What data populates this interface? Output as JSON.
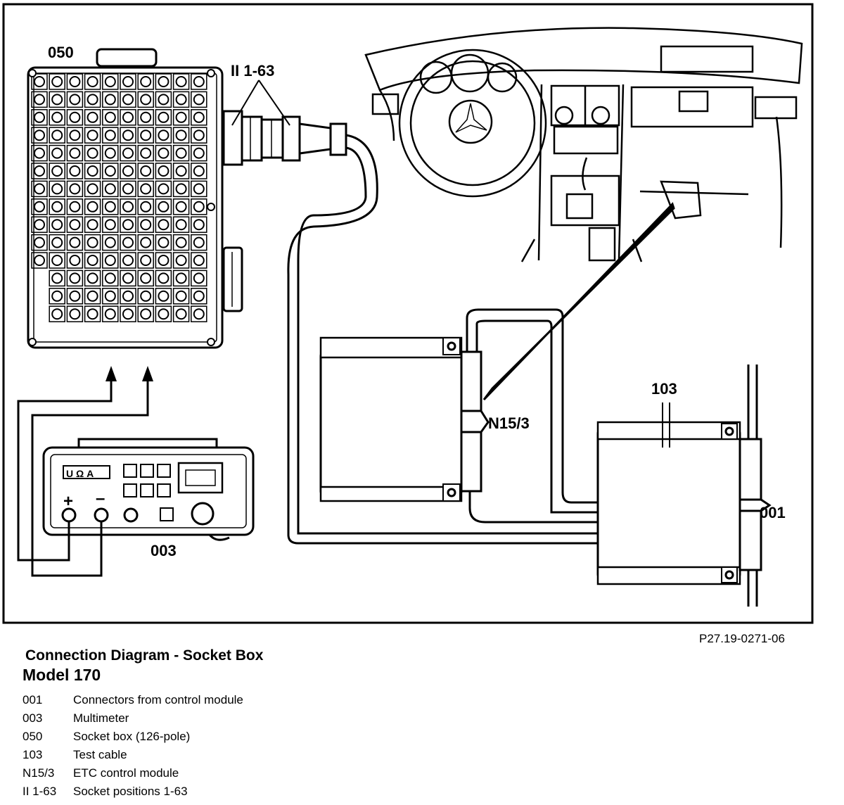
{
  "labels": {
    "socket_box": "050",
    "socket_positions": "II 1-63",
    "test_cable": "103",
    "control_module": "N15/3",
    "connectors": "001",
    "multimeter": "003",
    "meter_modes": "U Ω A",
    "plus": "+",
    "minus": "–"
  },
  "figure_id": "P27.19-0271-06",
  "caption": {
    "title": "Connection Diagram - Socket Box",
    "model": "Model 170"
  },
  "legend": [
    {
      "code": "001",
      "desc": "Connectors from control module"
    },
    {
      "code": "003",
      "desc": "Multimeter"
    },
    {
      "code": "050",
      "desc": "Socket box (126-pole)"
    },
    {
      "code": "103",
      "desc": "Test cable"
    },
    {
      "code": "N15/3",
      "desc": "ETC control module"
    },
    {
      "code": "II 1-63",
      "desc": "Socket positions 1-63"
    }
  ]
}
